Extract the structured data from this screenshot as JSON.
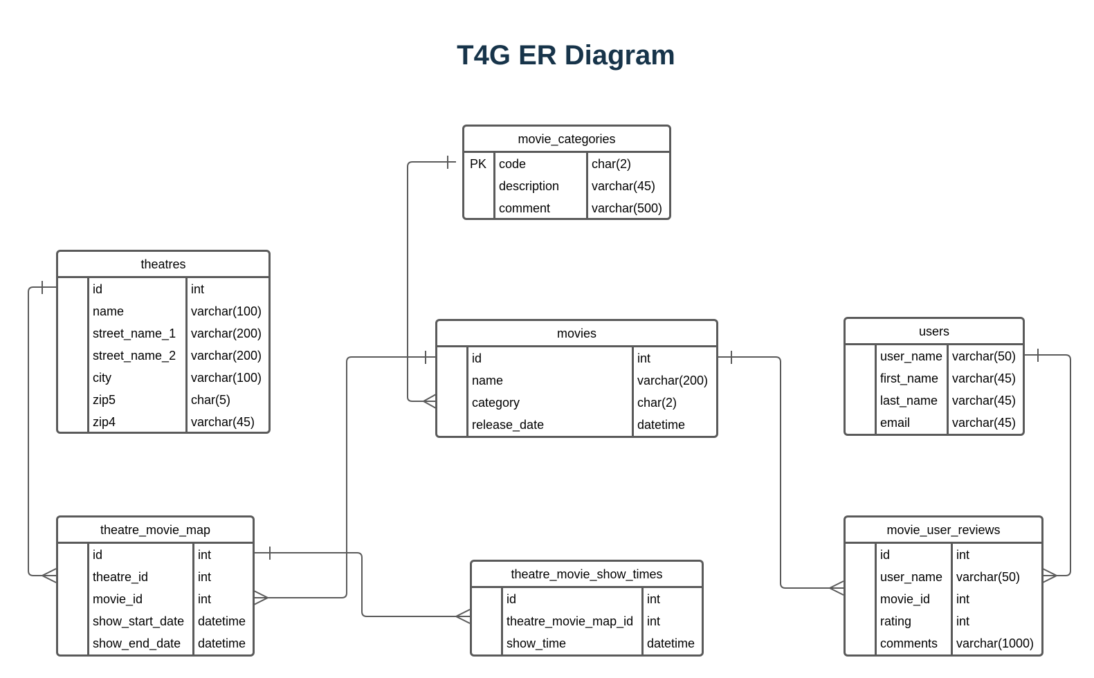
{
  "title": "T4G ER Diagram",
  "entities": {
    "movie_categories": {
      "name": "movie_categories",
      "rows": [
        {
          "key": "PK",
          "field": "code",
          "type": "char(2)"
        },
        {
          "key": "",
          "field": "description",
          "type": "varchar(45)"
        },
        {
          "key": "",
          "field": "comment",
          "type": "varchar(500)"
        }
      ]
    },
    "theatres": {
      "name": "theatres",
      "rows": [
        {
          "key": "",
          "field": "id",
          "type": "int"
        },
        {
          "key": "",
          "field": "name",
          "type": "varchar(100)"
        },
        {
          "key": "",
          "field": "street_name_1",
          "type": "varchar(200)"
        },
        {
          "key": "",
          "field": "street_name_2",
          "type": "varchar(200)"
        },
        {
          "key": "",
          "field": "city",
          "type": "varchar(100)"
        },
        {
          "key": "",
          "field": "zip5",
          "type": "char(5)"
        },
        {
          "key": "",
          "field": "zip4",
          "type": "varchar(45)"
        }
      ]
    },
    "movies": {
      "name": "movies",
      "rows": [
        {
          "key": "",
          "field": "id",
          "type": "int"
        },
        {
          "key": "",
          "field": "name",
          "type": "varchar(200)"
        },
        {
          "key": "",
          "field": "category",
          "type": "char(2)"
        },
        {
          "key": "",
          "field": "release_date",
          "type": "datetime"
        }
      ]
    },
    "users": {
      "name": "users",
      "rows": [
        {
          "key": "",
          "field": "user_name",
          "type": "varchar(50)"
        },
        {
          "key": "",
          "field": "first_name",
          "type": "varchar(45)"
        },
        {
          "key": "",
          "field": "last_name",
          "type": "varchar(45)"
        },
        {
          "key": "",
          "field": "email",
          "type": "varchar(45)"
        }
      ]
    },
    "theatre_movie_map": {
      "name": "theatre_movie_map",
      "rows": [
        {
          "key": "",
          "field": "id",
          "type": "int"
        },
        {
          "key": "",
          "field": "theatre_id",
          "type": "int"
        },
        {
          "key": "",
          "field": "movie_id",
          "type": "int"
        },
        {
          "key": "",
          "field": "show_start_date",
          "type": "datetime"
        },
        {
          "key": "",
          "field": "show_end_date",
          "type": "datetime"
        }
      ]
    },
    "theatre_movie_show_times": {
      "name": "theatre_movie_show_times",
      "rows": [
        {
          "key": "",
          "field": "id",
          "type": "int"
        },
        {
          "key": "",
          "field": "theatre_movie_map_id",
          "type": "int"
        },
        {
          "key": "",
          "field": "show_time",
          "type": "datetime"
        }
      ]
    },
    "movie_user_reviews": {
      "name": "movie_user_reviews",
      "rows": [
        {
          "key": "",
          "field": "id",
          "type": "int"
        },
        {
          "key": "",
          "field": "user_name",
          "type": "varchar(50)"
        },
        {
          "key": "",
          "field": "movie_id",
          "type": "int"
        },
        {
          "key": "",
          "field": "rating",
          "type": "int"
        },
        {
          "key": "",
          "field": "comments",
          "type": "varchar(1000)"
        }
      ]
    }
  },
  "colors": {
    "line": "#5a5a5a",
    "title": "#17344a"
  }
}
